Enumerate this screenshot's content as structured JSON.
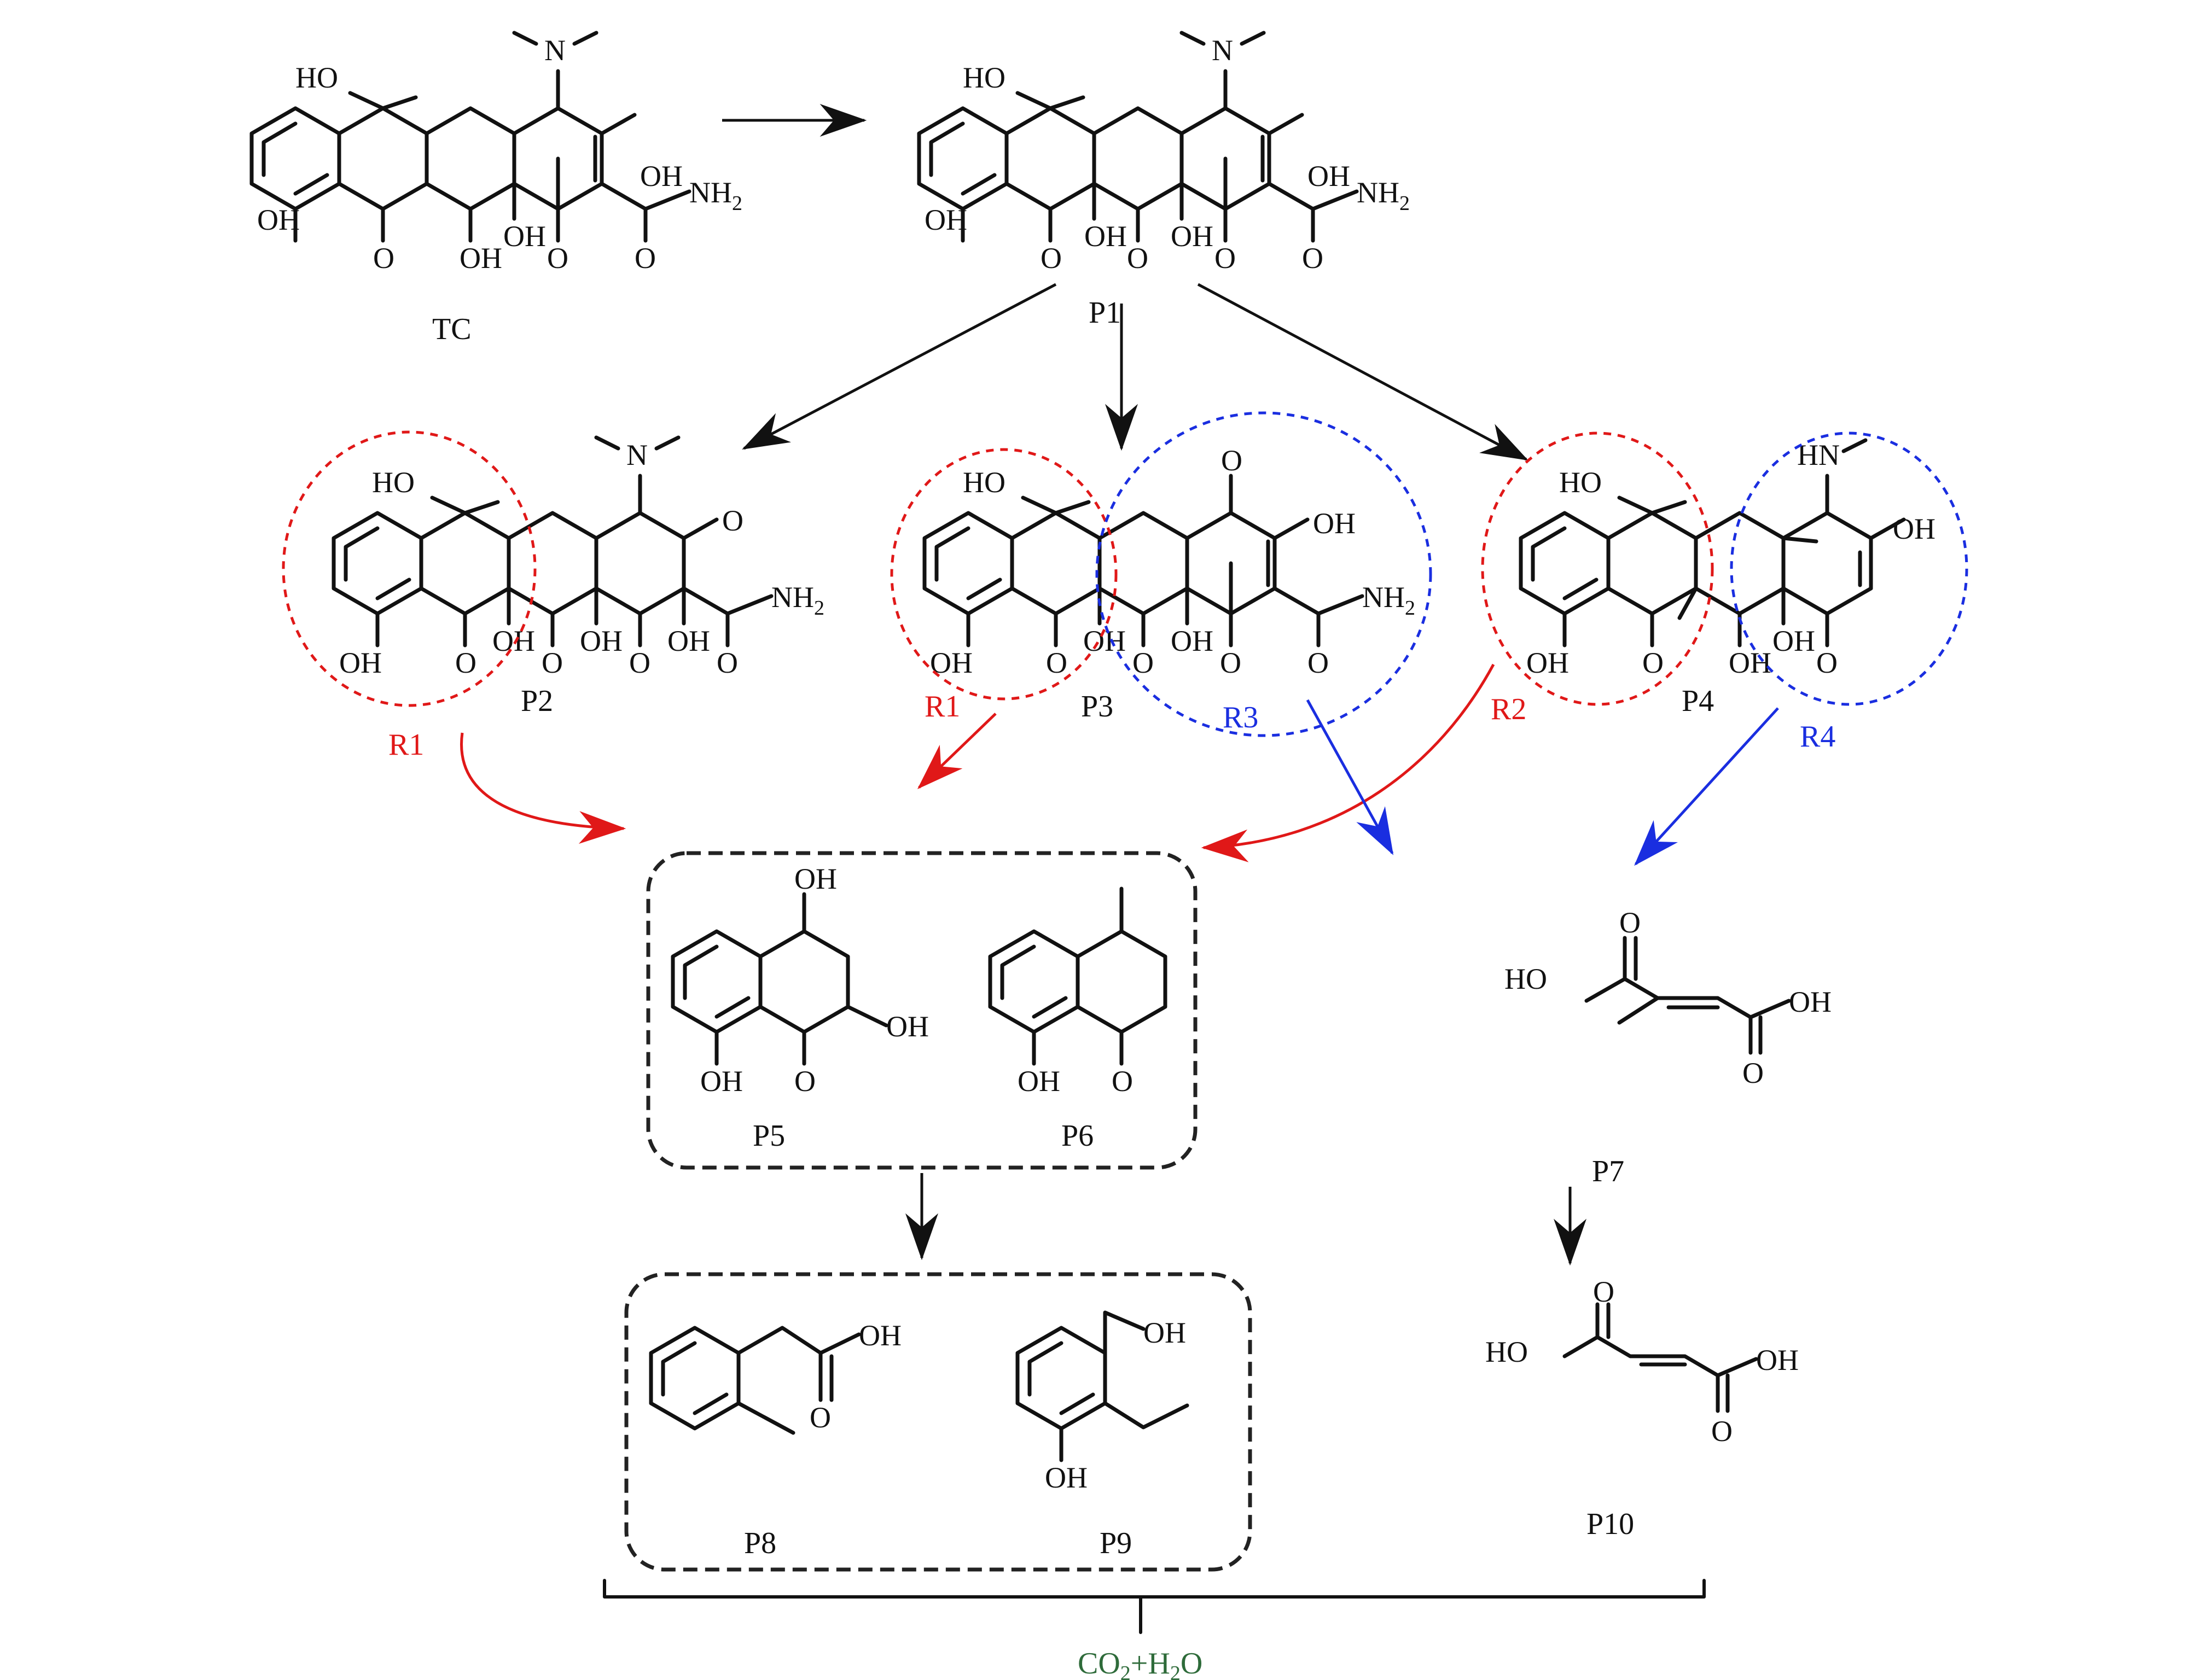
{
  "compounds": {
    "tc": "TC",
    "p1": "P1",
    "p2": "P2",
    "p3": "P3",
    "p4": "P4",
    "p5": "P5",
    "p6": "P6",
    "p7": "P7",
    "p8": "P8",
    "p9": "P9",
    "p10": "P10"
  },
  "routes": {
    "r1": "R1",
    "r2": "R2",
    "r3": "R3",
    "r4": "R4"
  },
  "route_colors": {
    "red": "#e01818",
    "blue": "#1a2ee0"
  },
  "final_products": {
    "co": "CO",
    "two": "2",
    "plus_h": "+H",
    "two_b": "2",
    "o": "O"
  },
  "final_color": "#2e6b3a",
  "atoms": {
    "oh": "OH",
    "ho": "HO",
    "o": "O",
    "n": "N",
    "nh2": "NH",
    "two": "2",
    "hn": "HN"
  }
}
